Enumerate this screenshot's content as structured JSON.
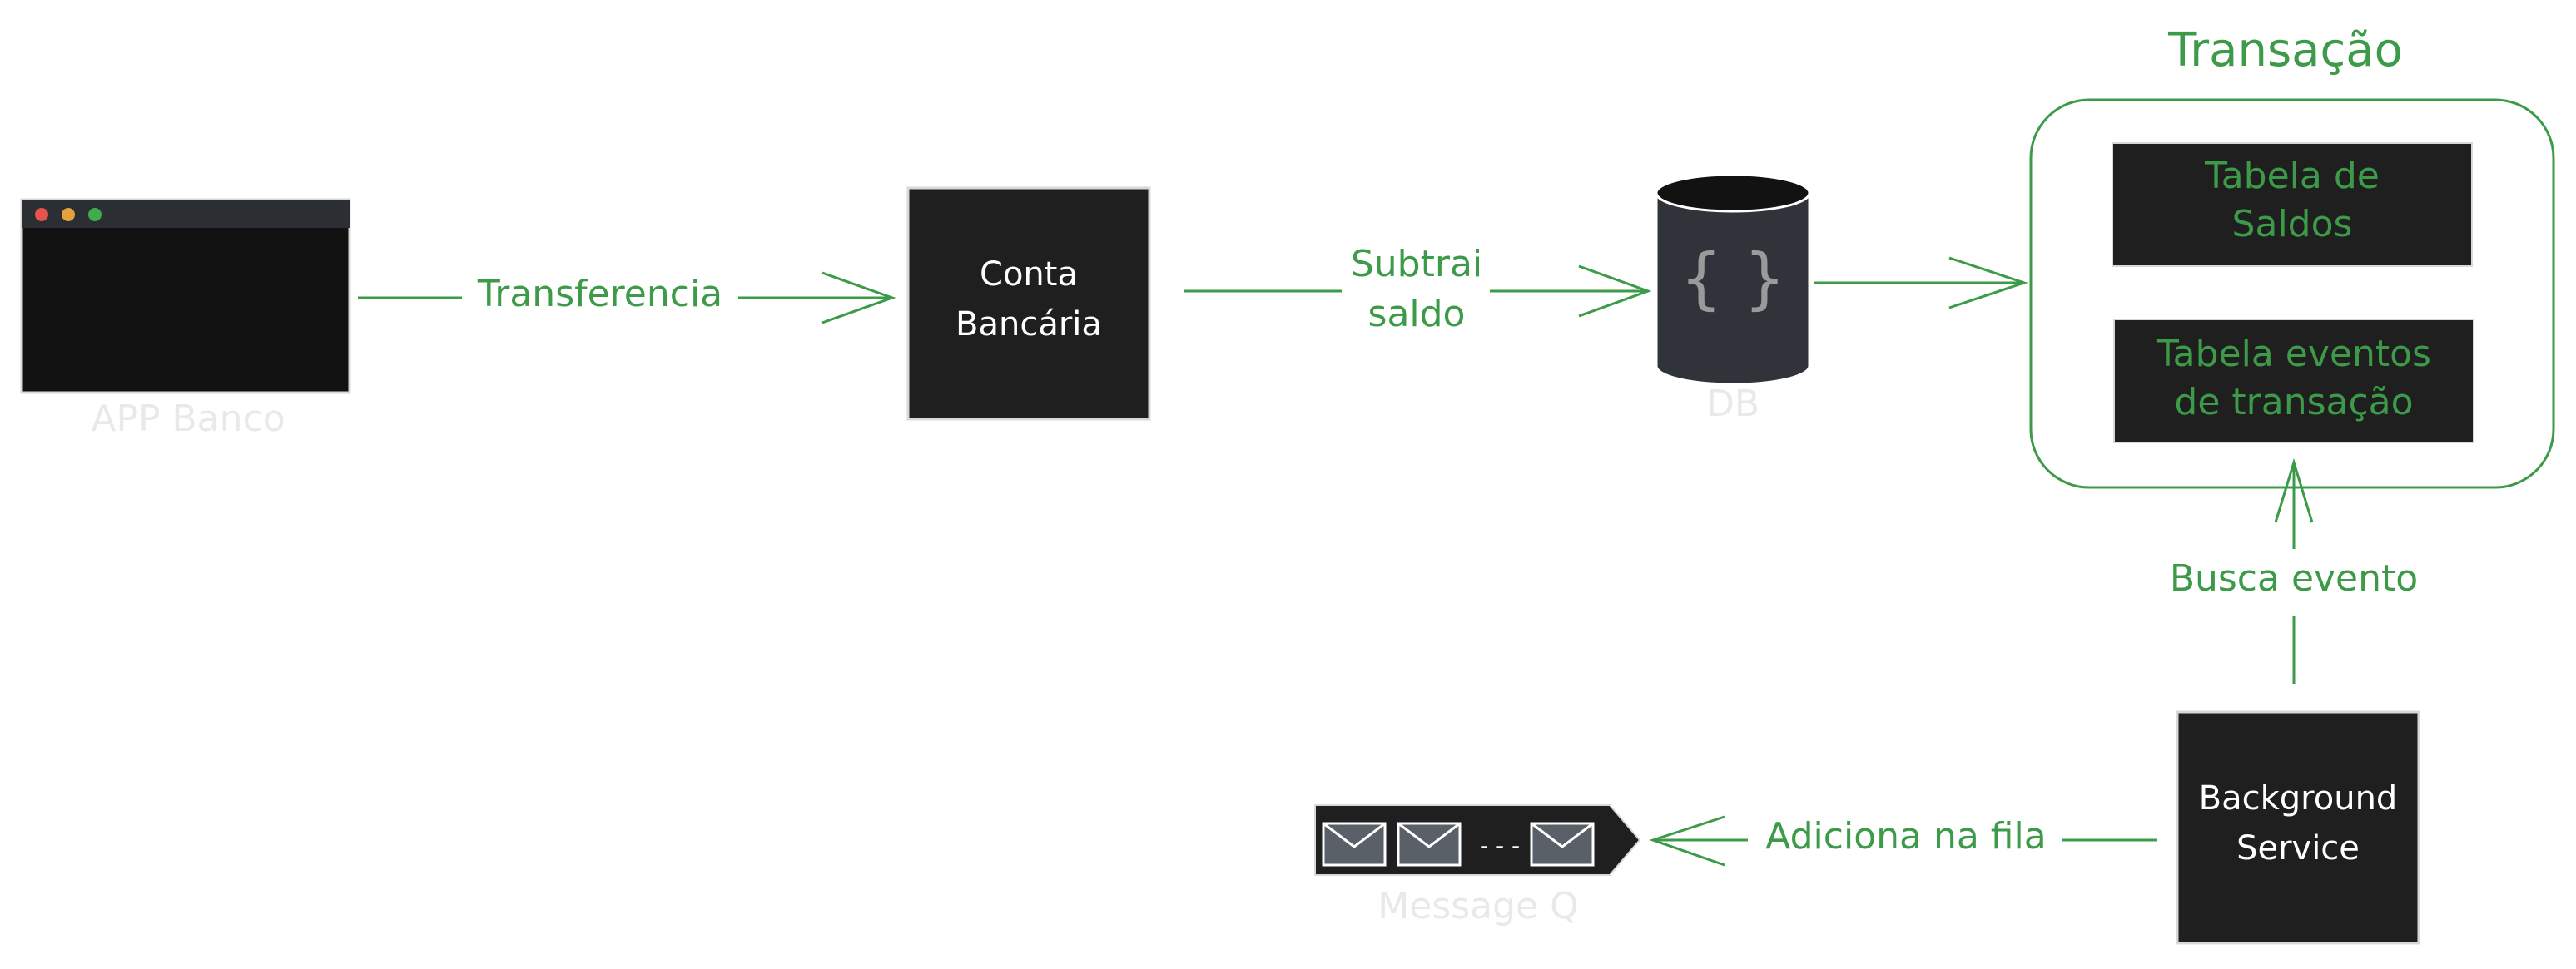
{
  "colors": {
    "accent_green": "#3c9a48",
    "node_fill": "#1f1f1f",
    "db_fill": "#30343a",
    "caption_grey": "#e9e9e9",
    "window_dot_red": "#e5534b",
    "window_dot_yellow": "#e2a33a",
    "window_dot_green": "#3fae4a"
  },
  "nodes": {
    "app": {
      "caption": "APP Banco",
      "icon": "browser-window-icon"
    },
    "conta": {
      "line1": "Conta",
      "line2": "Bancária"
    },
    "db": {
      "caption": "DB",
      "glyph": "{ }",
      "icon": "database-icon"
    },
    "group": {
      "title": "Transação",
      "table1": {
        "line1": "Tabela de",
        "line2": "Saldos"
      },
      "table2": {
        "line1": "Tabela eventos",
        "line2": "de transação"
      }
    },
    "background": {
      "line1": "Background",
      "line2": "Service"
    },
    "queue": {
      "caption": "Message Q",
      "dots": "- - -",
      "icon": "envelope-icon"
    }
  },
  "edges": {
    "transferencia": "Transferencia",
    "subtrai": {
      "line1": "Subtrai",
      "line2": "saldo"
    },
    "busca": "Busca evento",
    "adiciona": "Adiciona na fila"
  }
}
